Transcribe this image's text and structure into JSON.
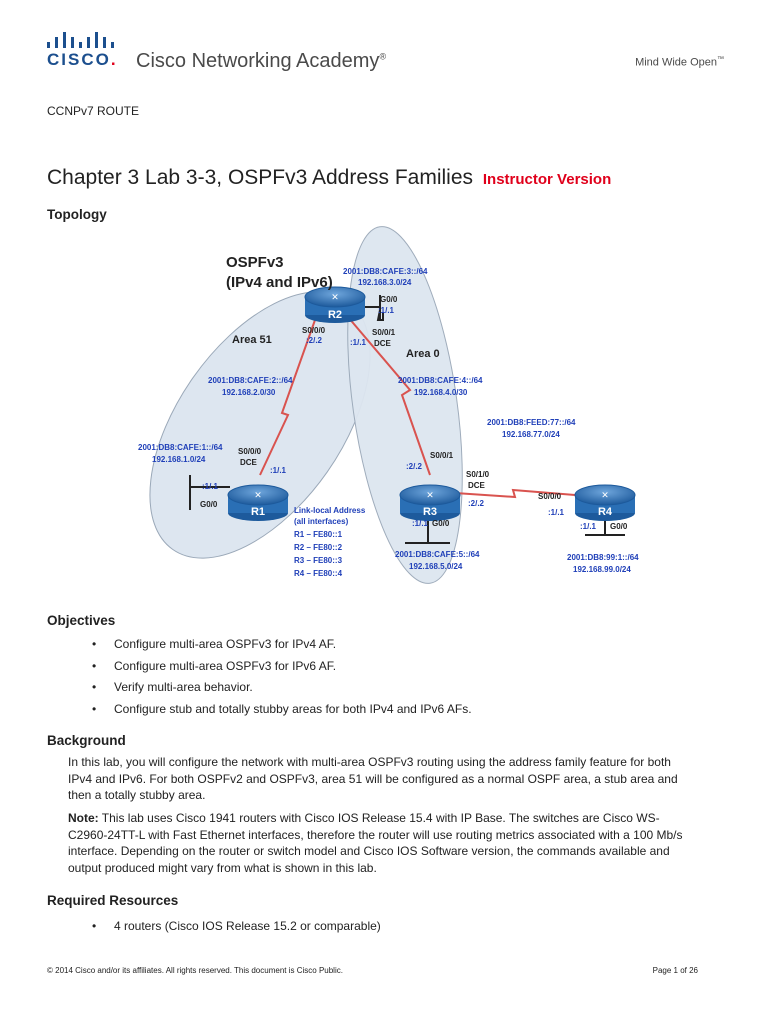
{
  "header": {
    "brand_word": "CISCO",
    "brand_trademark": ".",
    "academy": "Cisco Networking Academy",
    "academy_mark": "®",
    "tagline": "Mind Wide Open",
    "tagline_mark": "™"
  },
  "course": "CCNPv7 ROUTE",
  "title": {
    "main": "Chapter 3 Lab 3-3, OSPFv3 Address Families",
    "version": "Instructor Version"
  },
  "sections": {
    "topology": "Topology",
    "objectives": "Objectives",
    "background": "Background",
    "required": "Required Resources"
  },
  "topology": {
    "heading1": "OSPFv3",
    "heading2": "(IPv4 and IPv6)",
    "area51": "Area 51",
    "area0": "Area 0",
    "r1": "R1",
    "r2": "R2",
    "r3": "R3",
    "r4": "R4",
    "r2_net6": "2001:DB8:CAFE:3::/64",
    "r2_net4": "192.168.3.0/24",
    "r2_g00": "G0/0",
    "r2_g00_addr": ":1/.1",
    "r2_s000": "S0/0/0",
    "r2_s000_addr": ":2/.2",
    "r2_s001": "S0/0/1",
    "r2_s001_dce": "DCE",
    "r2_s001_addr": ":1/.1",
    "link12_net6": "2001:DB8:CAFE:2::/64",
    "link12_net4": "192.168.2.0/30",
    "link23_net6": "2001:DB8:CAFE:4::/64",
    "link23_net4": "192.168.4.0/30",
    "r1_net6": "2001:DB8:CAFE:1::/64",
    "r1_net4": "192.168.1.0/24",
    "r1_s000": "S0/0/0",
    "r1_dce": "DCE",
    "r1_s000_addr": ":1/.1",
    "r1_g00_addr": ":1/.1",
    "r1_g00": "G0/0",
    "ll_title1": "Link-local Address",
    "ll_title2": "(all interfaces)",
    "ll_r1": "R1 – FE80::1",
    "ll_r2": "R2 – FE80::2",
    "ll_r3": "R3 – FE80::3",
    "ll_r4": "R4 – FE80::4",
    "r3_s001": "S0/0/1",
    "r3_s001_addr": ":2/.2",
    "r3_s010": "S0/1/0",
    "r3_dce": "DCE",
    "r3_s010_addr": ":2/.2",
    "r3_g00_addr": ":1/.1",
    "r3_g00": "G0/0",
    "r3_net6": "2001:DB8:CAFE:5::/64",
    "r3_net4": "192.168.5.0/24",
    "link34_net6": "2001:DB8:FEED:77::/64",
    "link34_net4": "192.168.77.0/24",
    "r4_s000": "S0/0/0",
    "r4_s000_addr": ":1/.1",
    "r4_g00_addr": ":1/.1",
    "r4_g00": "G0/0",
    "r4_net6": "2001:DB8:99:1::/64",
    "r4_net4": "192.168.99.0/24"
  },
  "objectives": [
    "Configure multi-area OSPFv3 for IPv4 AF.",
    "Configure multi-area OSPFv3 for IPv6 AF.",
    "Verify multi-area behavior.",
    "Configure stub and totally stubby areas for both IPv4 and IPv6 AFs."
  ],
  "background": {
    "p1_l1": "In this lab, you will configure the network with multi-area OSPFv3 routing using the address family feature for both",
    "p1_l2": "IPv4 and IPv6. For both OSPFv2 and OSPFv3, area 51 will be configured as a normal OSPF area, a stub area and",
    "p1_l3": "then a totally stubby area.",
    "note_label": "Note:",
    "p2_l1": " This lab uses Cisco 1941 routers with Cisco IOS Release 15.4 with IP Base. The switches are Cisco WS-",
    "p2_l2": "C2960-24TT-L with Fast Ethernet interfaces, therefore the router will use routing metrics associated with a 100 Mb/s",
    "p2_l3": "interface. Depending on the router or switch model and Cisco IOS Software version, the commands available and",
    "p2_l4": "output produced might vary from what is shown in this lab."
  },
  "resources": [
    "4 routers (Cisco IOS Release 15.2 or comparable)"
  ],
  "footer": {
    "left": "© 2014 Cisco and/or its affiliates. All rights reserved. This document is Cisco Public.",
    "right": "Page 1 of 26"
  },
  "colors": {
    "cisco_blue": "#1c4f8e",
    "instructor_red": "#e0001b",
    "label_blue": "#1f3fb8",
    "link_red": "#d9534f",
    "area_fill": "#dde6f0",
    "router_blue": "#2a6fb5"
  }
}
